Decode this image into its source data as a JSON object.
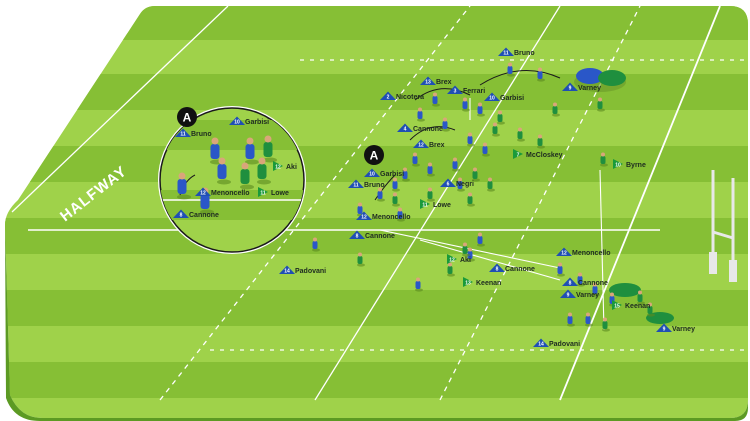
{
  "field": {
    "halfway_label": "HALFWAY",
    "colors": {
      "pitch_light": "#9fd24a",
      "pitch_dark": "#86bf35",
      "pitch_edge": "#5c9a23",
      "line": "#ffffff"
    }
  },
  "teams": {
    "blue": {
      "color": "#1f4fb4",
      "kit": "#2a57c8"
    },
    "green": {
      "color": "#1a9a3a",
      "kit": "#1f8f3e"
    }
  },
  "marker": {
    "label": "A",
    "color": "#111111"
  },
  "tags": [
    {
      "num": "11",
      "name": "Bruno",
      "team": "blue"
    },
    {
      "num": "9",
      "name": "Varney",
      "team": "blue"
    },
    {
      "num": "13",
      "name": "Brex",
      "team": "blue"
    },
    {
      "num": "3",
      "name": "Ferrari",
      "team": "blue"
    },
    {
      "num": "2",
      "name": "Nicotera",
      "team": "blue"
    },
    {
      "num": "10",
      "name": "Garbisi",
      "team": "blue"
    },
    {
      "num": "4",
      "name": "Cannone",
      "team": "blue"
    },
    {
      "num": "12",
      "name": "Brex",
      "team": "blue"
    },
    {
      "num": "7",
      "name": "McCloskey",
      "team": "green"
    },
    {
      "num": "10",
      "name": "Byrne",
      "team": "green"
    },
    {
      "num": "10",
      "name": "Garbisi",
      "team": "blue"
    },
    {
      "num": "11",
      "name": "Bruno",
      "team": "blue"
    },
    {
      "num": "6",
      "name": "Negri",
      "team": "blue"
    },
    {
      "num": "11",
      "name": "Lowe",
      "team": "green"
    },
    {
      "num": "12",
      "name": "Menoncello",
      "team": "blue"
    },
    {
      "num": "8",
      "name": "Cannone",
      "team": "blue"
    },
    {
      "num": "12",
      "name": "Aki",
      "team": "green"
    },
    {
      "num": "8",
      "name": "Cannone",
      "team": "blue"
    },
    {
      "num": "13",
      "name": "Keenan",
      "team": "green"
    },
    {
      "num": "12",
      "name": "Menoncello",
      "team": "blue"
    },
    {
      "num": "8",
      "name": "Cannone",
      "team": "blue"
    },
    {
      "num": "9",
      "name": "Varney",
      "team": "blue"
    },
    {
      "num": "15",
      "name": "Keenan",
      "team": "green"
    },
    {
      "num": "9",
      "name": "Varney",
      "team": "blue"
    },
    {
      "num": "14",
      "name": "Padovani",
      "team": "blue"
    },
    {
      "num": "14",
      "name": "Padovani",
      "team": "blue"
    },
    {
      "num": "10",
      "name": "Garbisi",
      "team": "blue"
    },
    {
      "num": "11",
      "name": "Bruno",
      "team": "blue"
    },
    {
      "num": "12",
      "name": "Aki",
      "team": "green"
    },
    {
      "num": "12",
      "name": "Menoncello",
      "team": "blue"
    },
    {
      "num": "11",
      "name": "Lowe",
      "team": "green"
    },
    {
      "num": "8",
      "name": "Cannone",
      "team": "blue"
    }
  ]
}
